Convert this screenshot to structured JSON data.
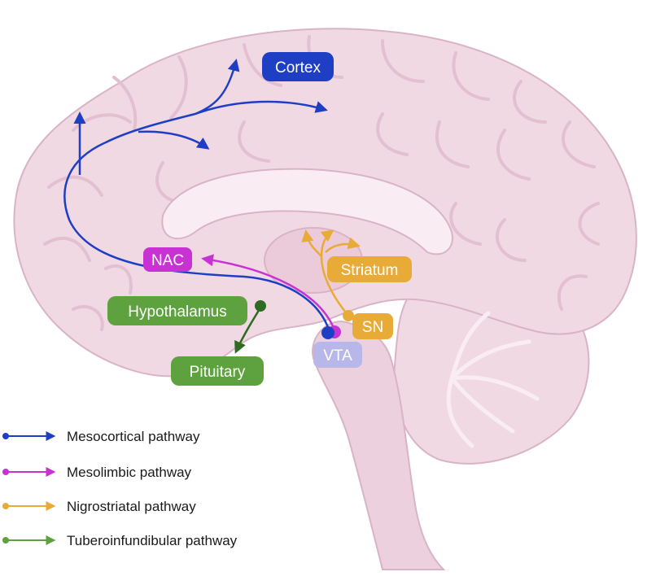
{
  "colors": {
    "brain_fill": "#f1d9e4",
    "brain_stroke": "#d9b3c6",
    "brain_detail": "#e2c0d2",
    "brain_light": "#f9edf3",
    "mesocortical": "#1e3fc4",
    "mesolimbic": "#c832d2",
    "nigrostriatal": "#e8ab38",
    "tuberoinfundibular": "#5da23e",
    "tuberoinfundibular_dark": "#2f6b22",
    "vta": "#b7b7ea"
  },
  "regions": {
    "cortex": "Cortex",
    "nac": "NAC",
    "striatum": "Striatum",
    "hypothalamus": "Hypothalamus",
    "sn": "SN",
    "vta": "VTA",
    "pituitary": "Pituitary"
  },
  "legend": [
    {
      "label": "Mesocortical pathway",
      "color_key": "mesocortical"
    },
    {
      "label": "Mesolimbic pathway",
      "color_key": "mesolimbic"
    },
    {
      "label": "Nigrostriatal pathway",
      "color_key": "nigrostriatal"
    },
    {
      "label": "Tuberoinfundibular pathway",
      "color_key": "tuberoinfundibular"
    }
  ]
}
